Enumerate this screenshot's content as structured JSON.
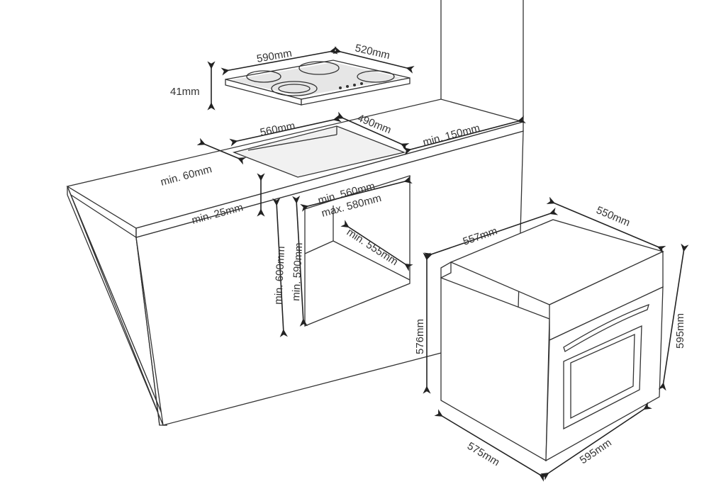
{
  "hob": {
    "width": "590mm",
    "depth": "520mm",
    "height": "41mm"
  },
  "cutout": {
    "width": "560mm",
    "depth": "490mm",
    "rear_clearance": "min. 150mm",
    "side_clearance": "min. 60mm"
  },
  "cabinet": {
    "top_clearance": "min. 25mm",
    "niche_width_min": "min. 560mm",
    "niche_width_max": "max. 580mm",
    "niche_depth": "min. 555mm",
    "niche_height_outer": "min. 600mm",
    "niche_height_inner": "min. 590mm"
  },
  "oven": {
    "body_depth": "557mm",
    "top_width": "550mm",
    "body_height": "576mm",
    "front_height": "595mm",
    "total_depth": "575mm",
    "front_width": "595mm"
  }
}
